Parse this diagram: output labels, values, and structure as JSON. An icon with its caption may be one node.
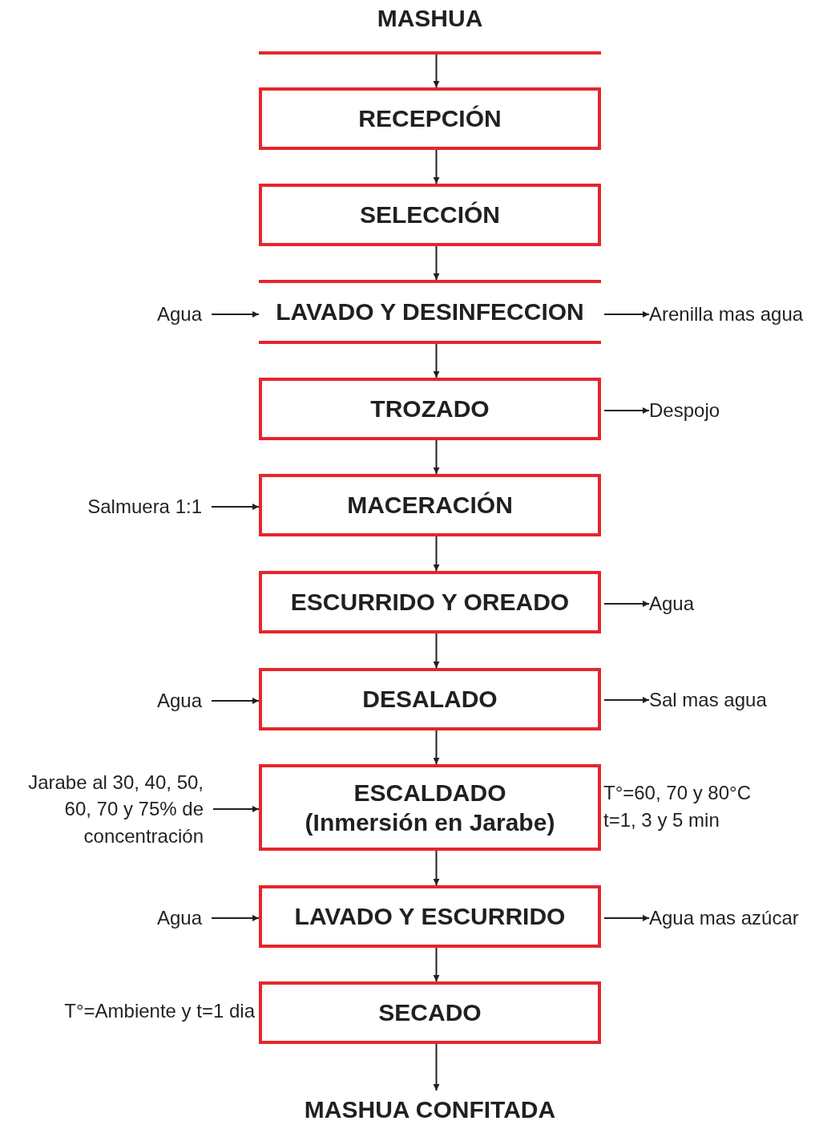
{
  "diagram": {
    "nodes": [
      {
        "text": [
          "MASHUA"
        ]
      },
      {
        "text": [
          "RECEPCIÓN"
        ]
      },
      {
        "text": [
          "SELECCIÓN"
        ]
      },
      {
        "text": [
          "Agua"
        ]
      },
      {
        "text": [
          "LAVADO Y DESINFECCION"
        ]
      },
      {
        "text": [
          "Arenilla mas agua"
        ]
      },
      {
        "text": [
          "TROZADO"
        ]
      },
      {
        "text": [
          "Despojo"
        ]
      },
      {
        "text": [
          "Salmuera 1:1"
        ]
      },
      {
        "text": [
          "MACERACIÓN"
        ]
      },
      {
        "text": [
          "ESCURRIDO Y OREADO"
        ]
      },
      {
        "text": [
          "Agua"
        ]
      },
      {
        "text": [
          "Agua"
        ]
      },
      {
        "text": [
          "DESALADO"
        ]
      },
      {
        "text": [
          "Sal mas agua"
        ]
      },
      {
        "text": [
          "Jarabe al 30, 40, 50, 60, 70 y 75% de concentración"
        ]
      },
      {
        "text": [
          "ESCALDADO",
          "(Inmersión en Jarabe)"
        ],
        "beside": [
          "T°=60, 70 y 80°C",
          "t=1, 3 y 5 min"
        ]
      },
      {
        "text": [
          "Agua"
        ]
      },
      {
        "text": [
          "LAVADO Y ESCURRIDO"
        ]
      },
      {
        "text": [
          "Agua mas azúcar"
        ]
      },
      {
        "text": [
          "SECADO"
        ],
        "beside": [
          "T°=Ambiente y t=1 dia"
        ]
      },
      {
        "text": [
          "MASHUA CONFITADA"
        ]
      }
    ],
    "edges": [
      {
        "from": 0,
        "to": 1,
        "arrow": "to"
      },
      {
        "from": 1,
        "to": 2,
        "arrow": "to"
      },
      {
        "from": 2,
        "to": 4,
        "arrow": "to"
      },
      {
        "from": 3,
        "to": 4,
        "arrow": "to"
      },
      {
        "from": 4,
        "to": 5,
        "arrow": "to"
      },
      {
        "from": 4,
        "to": 6,
        "arrow": "to"
      },
      {
        "from": 6,
        "to": 7,
        "arrow": "to"
      },
      {
        "from": 6,
        "to": 9,
        "arrow": "to"
      },
      {
        "from": 8,
        "to": 9,
        "arrow": "to"
      },
      {
        "from": 9,
        "to": 10,
        "arrow": "to"
      },
      {
        "from": 10,
        "to": 11,
        "arrow": "to"
      },
      {
        "from": 10,
        "to": 13,
        "arrow": "to"
      },
      {
        "from": 12,
        "to": 13,
        "arrow": "to"
      },
      {
        "from": 13,
        "to": 14,
        "arrow": "to"
      },
      {
        "from": 13,
        "to": 16,
        "arrow": "to"
      },
      {
        "from": 15,
        "to": 16,
        "arrow": "to"
      },
      {
        "from": 16,
        "to": 18,
        "arrow": "to"
      },
      {
        "from": 17,
        "to": 18,
        "arrow": "to"
      },
      {
        "from": 18,
        "to": 19,
        "arrow": "to"
      },
      {
        "from": 18,
        "to": 20,
        "arrow": "to"
      },
      {
        "from": 20,
        "to": 21,
        "arrow": "to"
      }
    ]
  }
}
